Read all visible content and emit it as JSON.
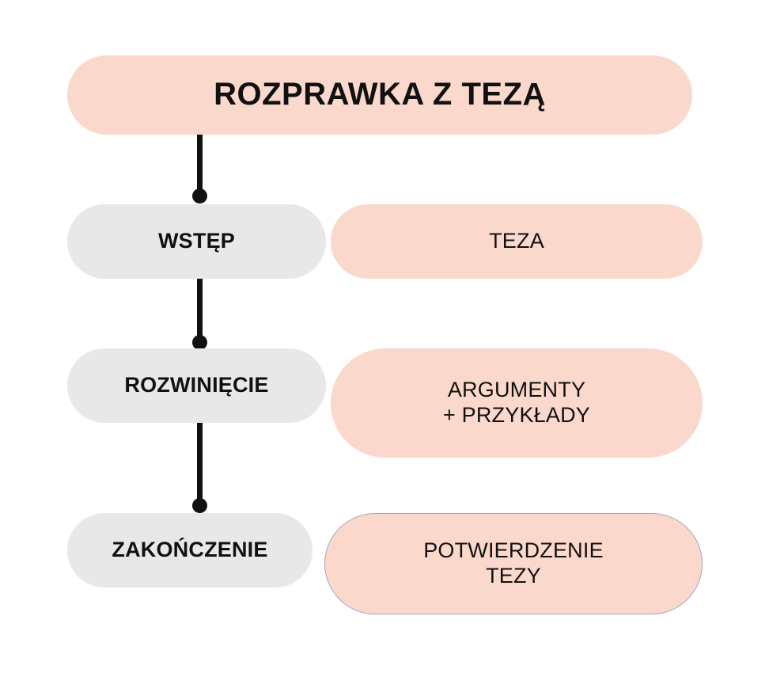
{
  "diagram": {
    "title": "ROZPRAWKA Z TEZĄ",
    "colors": {
      "pink": "#FBD8CC",
      "grey": "#E8E8E8",
      "connector": "#111111",
      "outline": "#A9A3BF",
      "background": "#FFFFFF",
      "text": "#111111"
    },
    "rows": [
      {
        "stage": "WSTĘP",
        "content": "TEZA"
      },
      {
        "stage": "ROZWINIĘCIE",
        "content": "ARGUMENTY\n+ PRZYKŁADY"
      },
      {
        "stage": "ZAKOŃCZENIE",
        "content": "POTWIERDZENIE\nTEZY"
      }
    ]
  }
}
